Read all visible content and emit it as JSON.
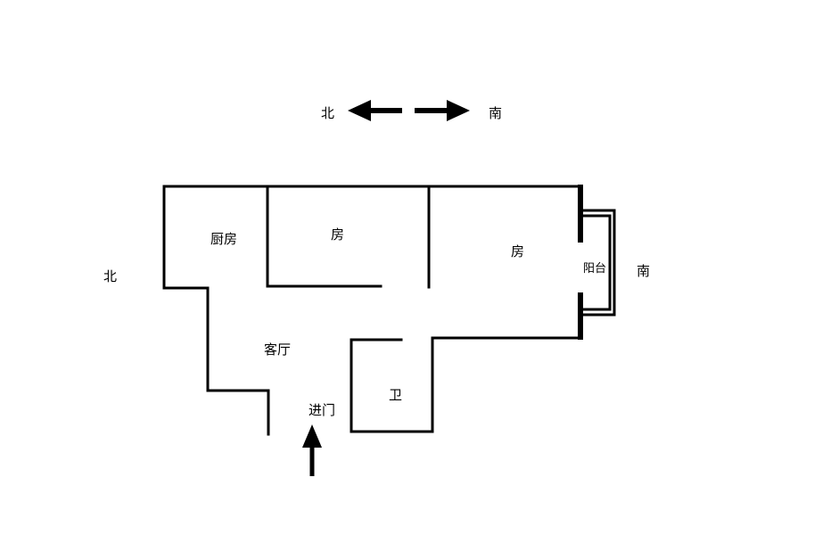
{
  "compass": {
    "north": "北",
    "south": "南"
  },
  "side_labels": {
    "north": "北",
    "south": "南"
  },
  "rooms": {
    "kitchen": "厨房",
    "bedroom_small": "房",
    "bedroom_large": "房",
    "balcony": "阳台",
    "living_room": "客厅",
    "bathroom": "卫",
    "entrance": "进门"
  },
  "colors": {
    "background": "#ffffff",
    "wall": "#000000"
  }
}
